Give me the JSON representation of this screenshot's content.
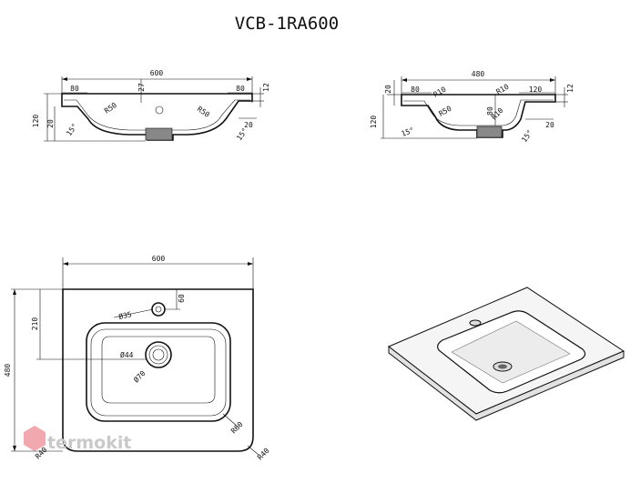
{
  "title": "VCB-1RA600",
  "watermark": "termokit",
  "colors": {
    "line": "#111111",
    "watermark": "#c9c9c9",
    "watermark_icon": "#e8707a",
    "render_light": "#f5f5f5"
  },
  "section_long": {
    "width": "600",
    "left_flat": "80",
    "right_flat": "80",
    "slab_top": "12",
    "hole_offset": "27",
    "left_height": "120",
    "left_inner": "20",
    "right_inner": "20",
    "radius_left": "R50",
    "radius_right": "R50",
    "angle_left": "15°",
    "angle_right": "15°"
  },
  "section_short": {
    "width": "480",
    "left_flat": "80",
    "right_flat": "120",
    "slab_top": "12",
    "left_top": "20",
    "left_height": "120",
    "radius_top_left": "R10",
    "radius_top_right": "R10",
    "radius_bottom_right": "R10",
    "radius_bowl": "R50",
    "depth": "80",
    "right_inner": "20",
    "angle_left": "15°",
    "angle_right": "15°"
  },
  "plan": {
    "width": "600",
    "depth": "480",
    "bowl_offset": "210",
    "tap_hole_offset": "60",
    "tap_hole_dia": "Ø35",
    "drain_dia_inner": "Ø44",
    "drain_dia_outer": "Ø70",
    "bowl_corner_radius": "R60",
    "outer_corner_radius": "R40",
    "outer_corner_radius_left": "R40"
  }
}
